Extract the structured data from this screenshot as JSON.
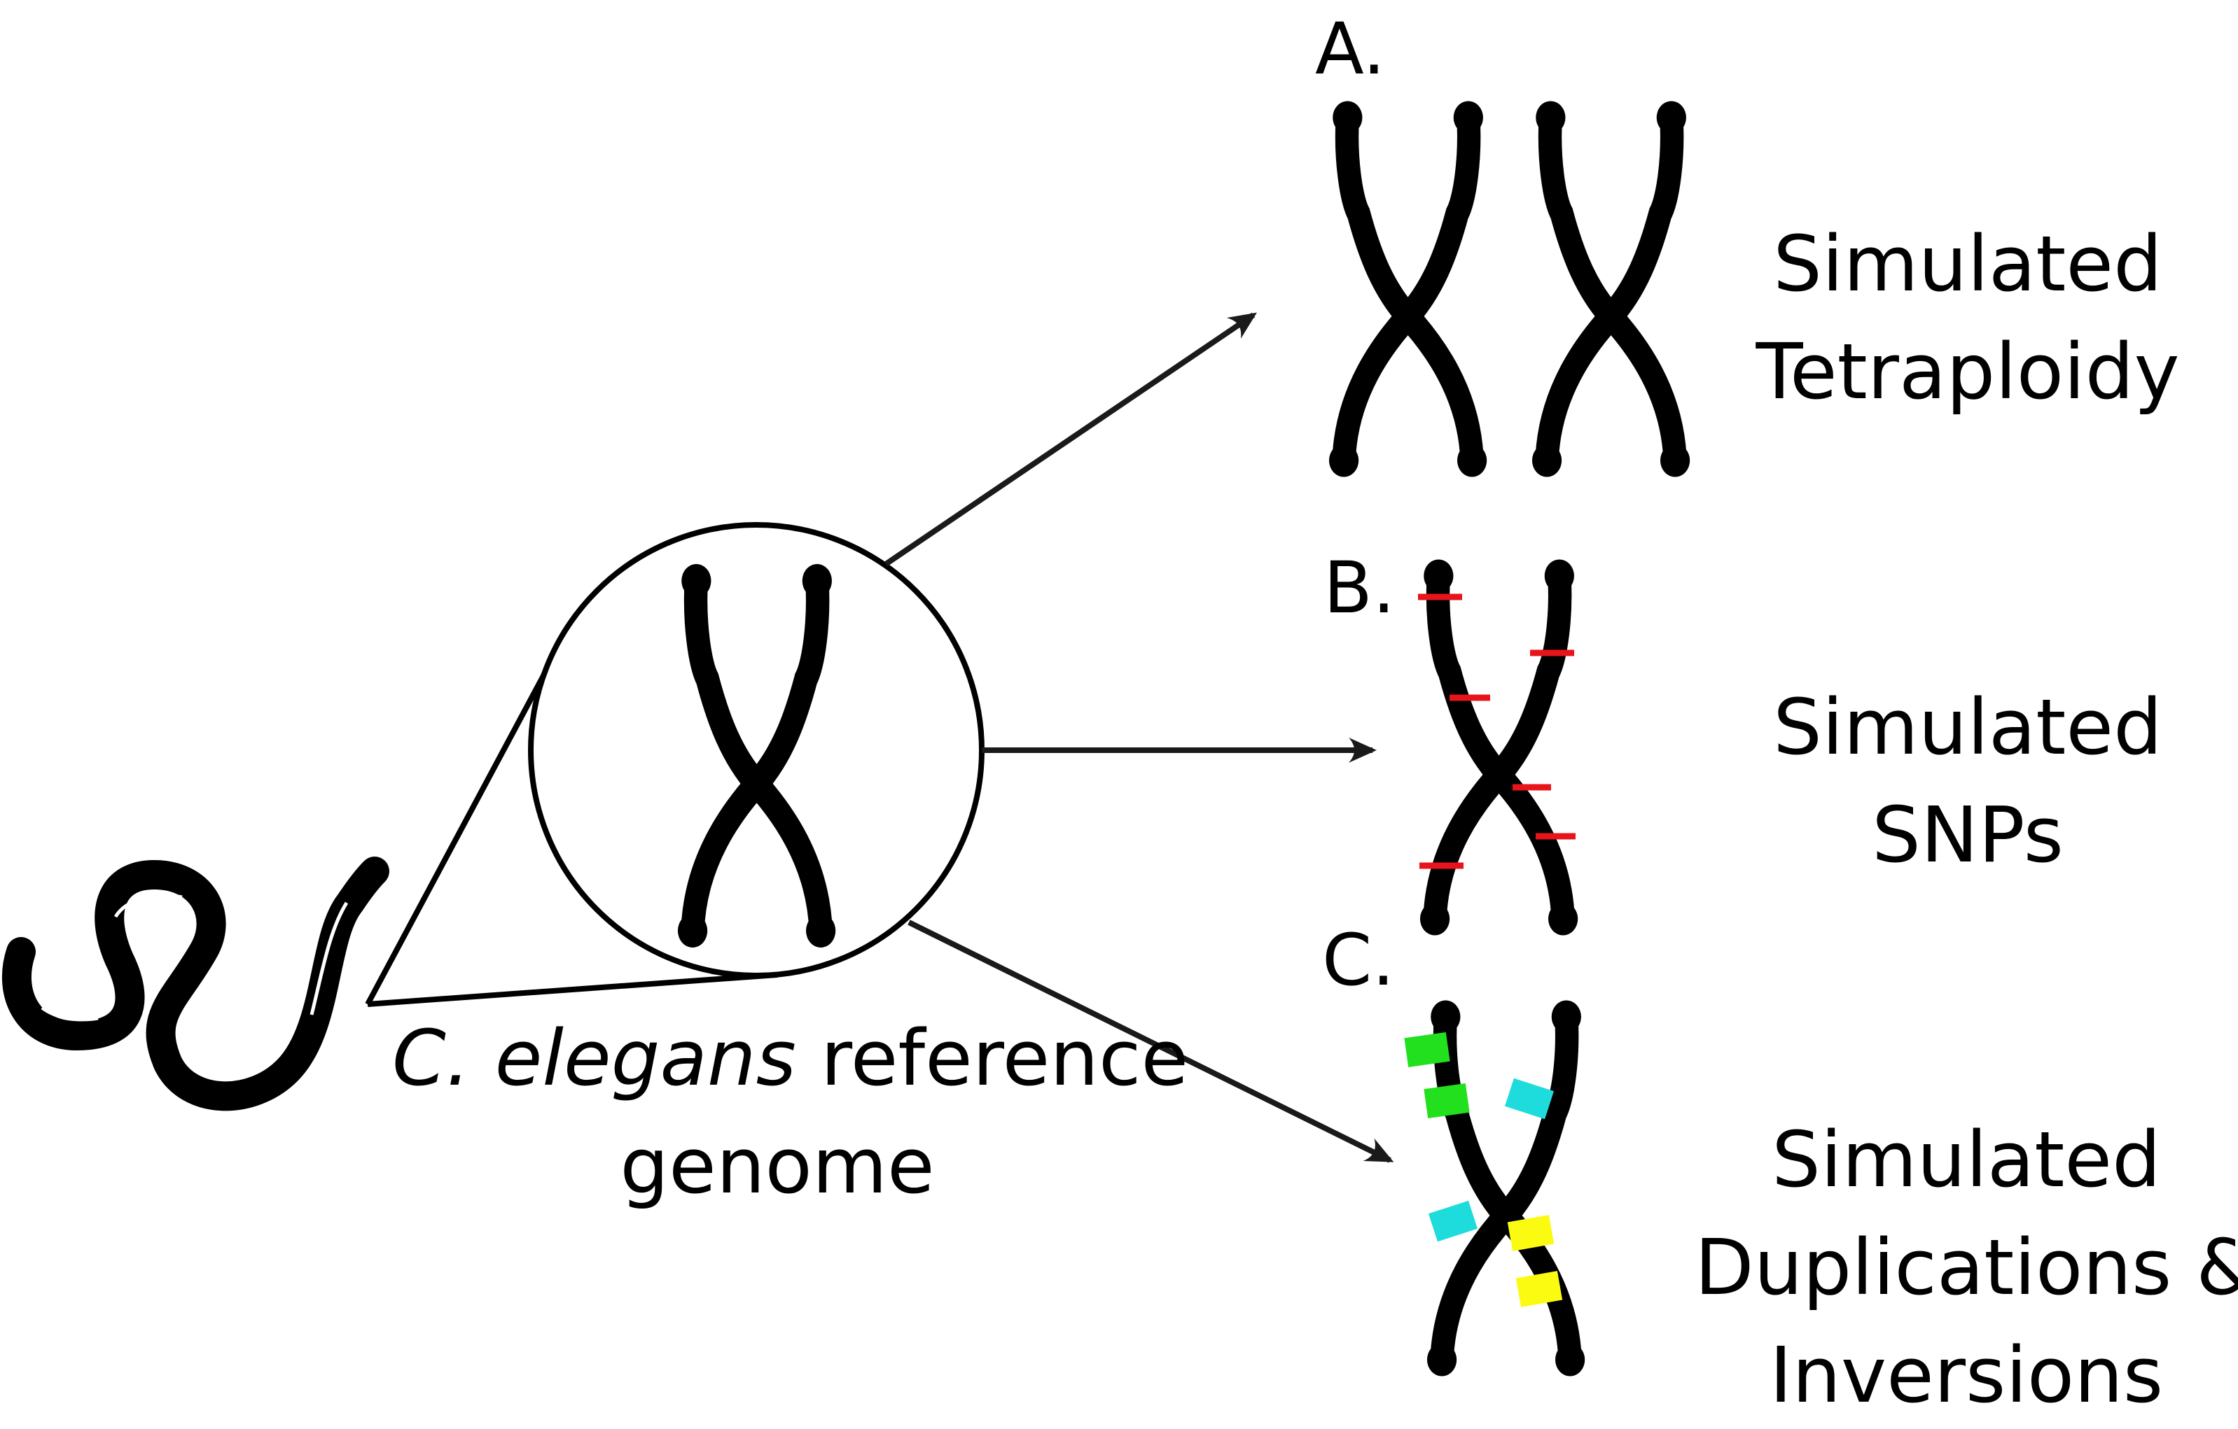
{
  "colors": {
    "chromosome": "#000000",
    "snp_mark": "#e8141b",
    "green_block": "#22e01e",
    "cyan_block": "#1fdcdc",
    "yellow_block": "#fbfb12",
    "line": "#1a1a1a"
  },
  "icons": {
    "worm": "nematode-worm-icon",
    "chromosome": "x-shaped-chromosome-icon"
  },
  "reference": {
    "species": "C. elegans",
    "line1_rest": " reference",
    "line2": "genome"
  },
  "panels": [
    {
      "letter": "A.",
      "caption_lines": [
        "Simulated",
        "Tetraploidy"
      ]
    },
    {
      "letter": "B.",
      "caption_lines": [
        "Simulated",
        "SNPs"
      ]
    },
    {
      "letter": "C.",
      "caption_lines": [
        "Simulated",
        "Duplications &",
        "Inversions"
      ]
    }
  ]
}
